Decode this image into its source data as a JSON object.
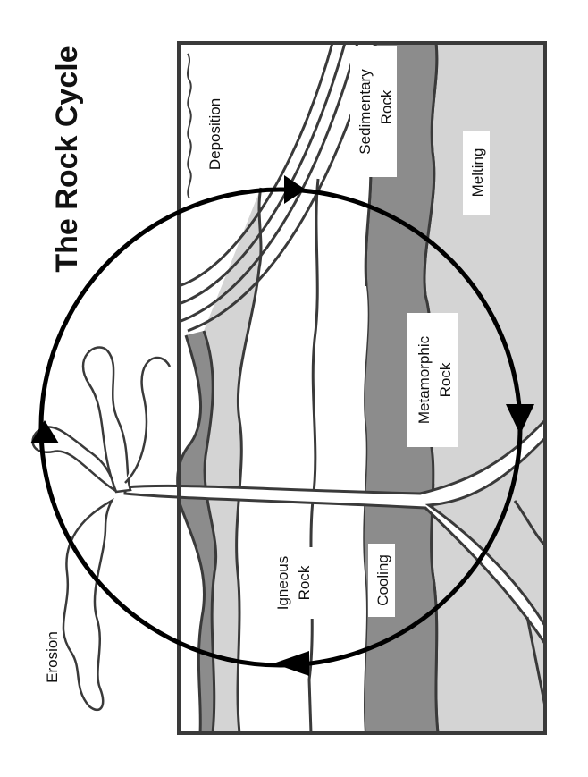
{
  "diagram": {
    "title": "The Rock Cycle",
    "labels": {
      "erosion": "Erosion",
      "deposition": "Deposition",
      "sedimentary_1": "Sedimentary",
      "sedimentary_2": "Rock",
      "melting": "Melting",
      "metamorphic_1": "Metamorphic",
      "metamorphic_2": "Rock",
      "igneous_1": "Igneous",
      "igneous_2": "Rock",
      "cooling": "Cooling"
    },
    "colors": {
      "line": "#3a3a3a",
      "light_gray": "#d4d4d4",
      "dark_gray": "#8c8c8c",
      "background": "#ffffff"
    }
  }
}
